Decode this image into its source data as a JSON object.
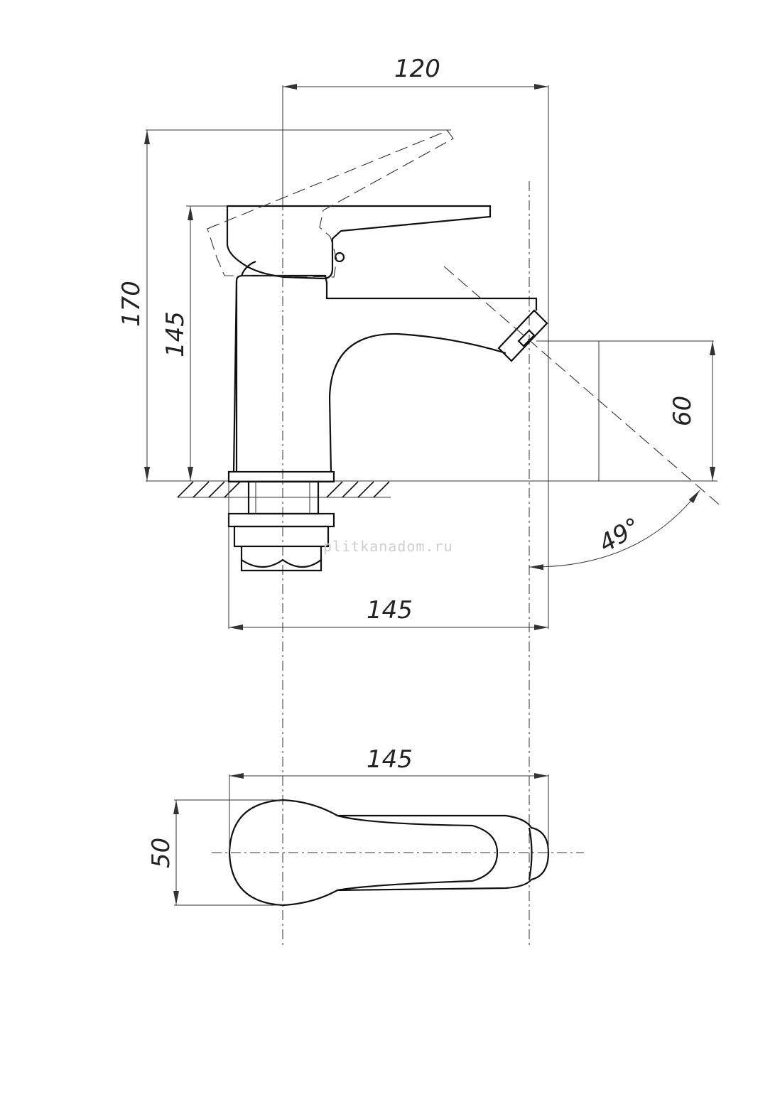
{
  "dimensions": {
    "overall_width": "120",
    "total_height": "170",
    "body_height": "145",
    "spout_clearance": "60",
    "spout_angle": "49°",
    "base_width": "145",
    "top_view_width": "145",
    "top_view_depth": "50"
  },
  "watermark": "plitkanadom.ru",
  "colors": {
    "line": "#111111",
    "dim_line": "#333333",
    "watermark": "#cfcfcf"
  }
}
